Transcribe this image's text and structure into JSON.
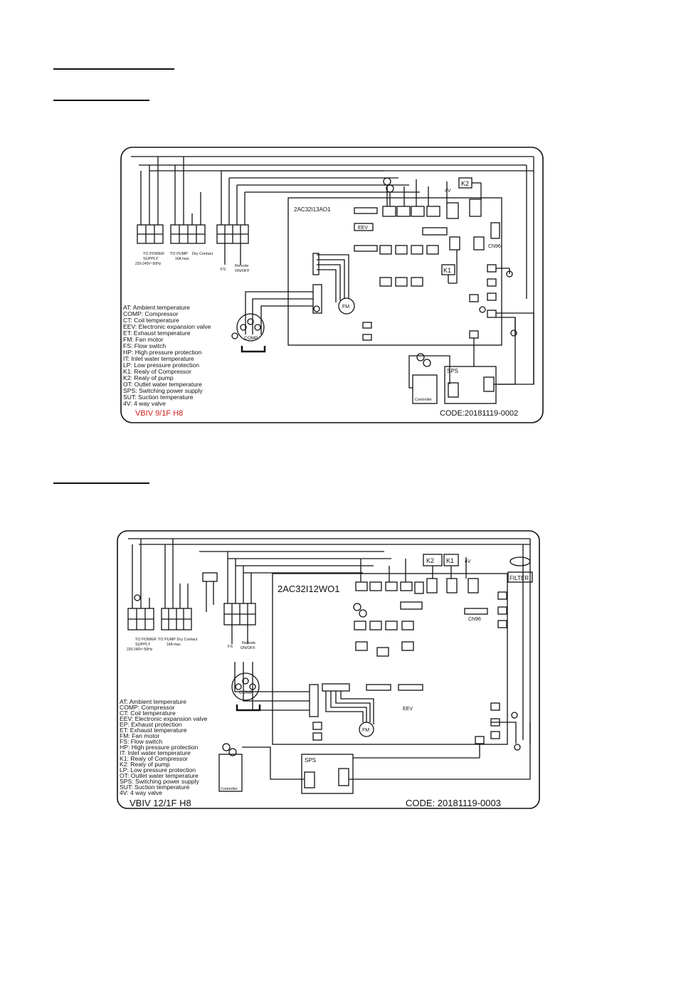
{
  "diagram1": {
    "model": "VBIV 9/1F H8",
    "code": "CODE:20181119-0002",
    "pcb": "2AC32I13AO1",
    "power": [
      "TO POWER",
      "SUPPLY",
      "220-240V~50Hz"
    ],
    "pump": [
      "TO PUMP",
      "16A max."
    ],
    "dry_contact": "Dry Contact",
    "remote": [
      "Remote",
      "ON/OFF"
    ],
    "fs": "FS",
    "legend": [
      "AT: Ambient temperature",
      "COMP: Compressor",
      "CT: Coil temperature",
      "EEV: Electronic expansion valve",
      "ET: Exhaust temperature",
      "FM: Fan motor",
      "FS: Flow switch",
      "HP: High pressure protection",
      "IT: Inlet water temperature",
      "LP: Low pressure protection",
      "K1: Realy of Compressor",
      "K2: Realy of pump",
      "OT: Outlet water temperature",
      "SPS: Switching power supply",
      "SUT: Suction temperature",
      "4V: 4 way valve"
    ]
  },
  "diagram2": {
    "model": "VBIV 12/1F H8",
    "code": "CODE: 20181119-0003",
    "pcb": "2AC32I12WO1",
    "filter": "FILTER",
    "power": [
      "TO POWER",
      "SUPPLY",
      "220-240V~50Hz"
    ],
    "pump": [
      "TO PUMP Dry Contact",
      "16A max."
    ],
    "remote": [
      "Remote",
      "ON/OFF"
    ],
    "fs": "FS",
    "legend": [
      "AT: Ambient temperature",
      "COMP: Compressor",
      "CT: Coil temperature",
      "EEV: Electronic expansion valve",
      "EP: Exhaust protection",
      "ET: Exhaust temperature",
      "FM: Fan motor",
      "FS: Flow switch",
      "HP: High pressure protection",
      "IT: Inlet water temperature",
      "K1: Realy of Compressor",
      "K2: Realy of pump",
      "LP: Low pressure protection",
      "OT: Outlet water temperature",
      "SPS: Switching power supply",
      "SUT: Suction temperature",
      "4V: 4 way valve"
    ]
  },
  "components": {
    "sps": "SPS",
    "k1": "K1",
    "k2": "K2",
    "fm": "FM",
    "comp": "COMP",
    "eev": "EEV",
    "controller": "Controller",
    "cn96": "CN96",
    "fourv": "4V"
  },
  "colors": {
    "model1": "#d0201c",
    "ink": "#111111"
  }
}
